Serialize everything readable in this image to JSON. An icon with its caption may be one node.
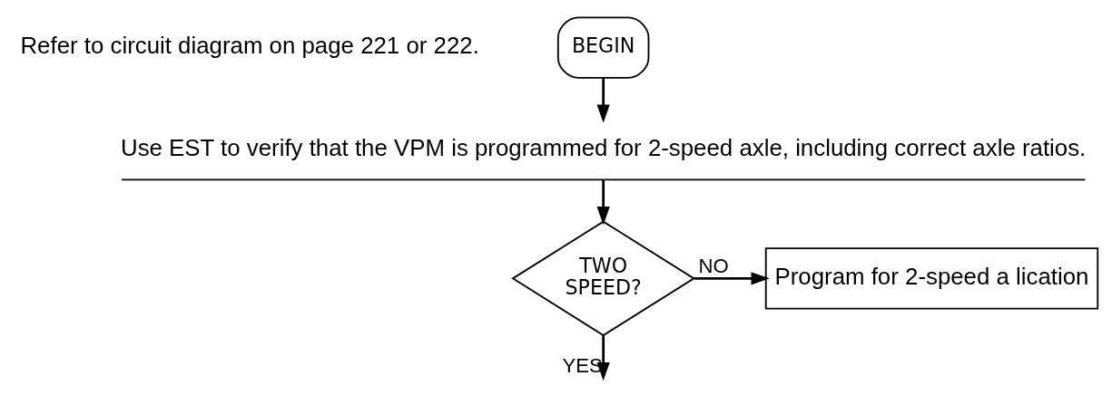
{
  "diagram": {
    "nodes": [
      {
        "text": [
          "BEGIN"
        ]
      },
      {
        "text": [
          "Use EST to verify that the VPM is programmed for 2-speed axle, including correct axle ratios."
        ]
      },
      {
        "text": [
          "TWO SPEED?"
        ]
      },
      {
        "text": [
          "Program for 2-speed a lication"
        ]
      }
    ],
    "edges": [
      {
        "from": 0,
        "to": 1,
        "arrow": "to"
      },
      {
        "from": 1,
        "to": 2,
        "arrow": "to"
      },
      {
        "from": 2,
        "to": 3,
        "arrow": "to",
        "label": "NO"
      },
      {
        "from": 2,
        "to": null,
        "arrow": "to",
        "label": "YES"
      }
    ],
    "labels": [
      "Refer to circuit diagram on page 221 or 222."
    ]
  }
}
